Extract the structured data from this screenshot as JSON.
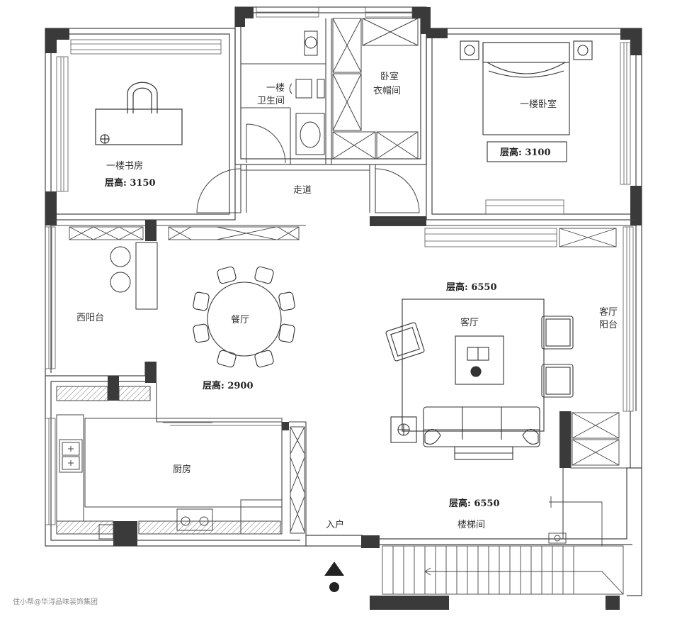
{
  "rooms": {
    "study": {
      "name": "一楼书房",
      "height_label": "层高: 3150"
    },
    "bathroom": {
      "name_line1": "一楼",
      "name_line2": "卫生间"
    },
    "closet": {
      "name_line1": "卧室",
      "name_line2": "衣帽间"
    },
    "bedroom": {
      "name": "一楼卧室",
      "height_label": "层高: 3100"
    },
    "corridor": {
      "name": "走道"
    },
    "west_balcony": {
      "name": "西阳台"
    },
    "dining": {
      "name": "餐厅",
      "height_label": "层高: 2900"
    },
    "living": {
      "name": "客厅",
      "height_label": "层高: 6550"
    },
    "living_balcony": {
      "name_line1": "客厅",
      "name_line2": "阳台"
    },
    "kitchen": {
      "name": "厨房"
    },
    "stairwell": {
      "name": "楼梯间",
      "height_label": "层高: 6550"
    },
    "entrance": {
      "name": "入户"
    }
  },
  "watermark": "住小帮@华浔品味装饰集团",
  "colors": {
    "wall": "#3a3a3a",
    "line": "#4a4a4a",
    "fill": "#ffffff"
  }
}
